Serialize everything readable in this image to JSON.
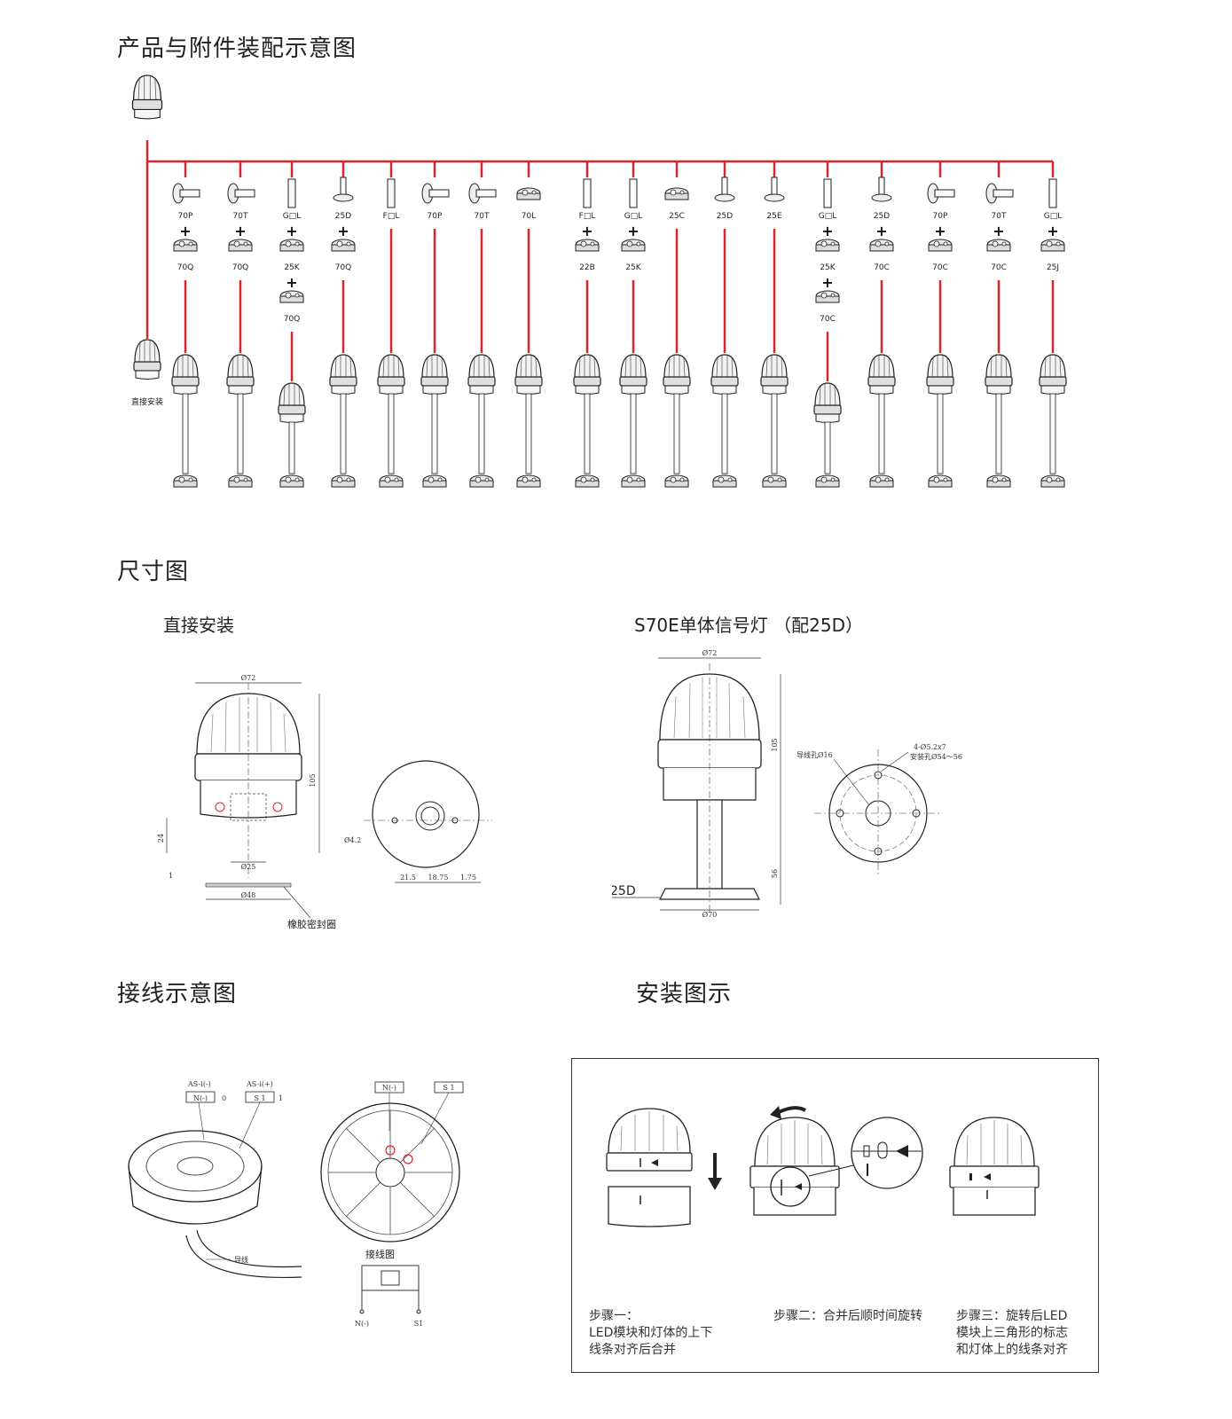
{
  "sections": {
    "assembly_title": "产品与附件装配示意图",
    "dimension_title": "尺寸图",
    "wiring_title": "接线示意图",
    "install_title": "安装图示"
  },
  "colors": {
    "connector": "#d9262c",
    "ink": "#222222"
  },
  "assembly": {
    "direct_label": "直接安装",
    "columns": [
      {
        "parts": [
          "70P",
          "70Q"
        ]
      },
      {
        "parts": [
          "70T",
          "70Q"
        ]
      },
      {
        "parts": [
          "G□L",
          "25K",
          "70Q"
        ]
      },
      {
        "parts": [
          "25D",
          "70Q"
        ]
      },
      {
        "parts": [
          "F□L"
        ]
      },
      {
        "parts": [
          "70P"
        ]
      },
      {
        "parts": [
          "70T"
        ]
      },
      {
        "parts": [
          "70L"
        ]
      },
      {
        "parts": [
          "F□L",
          "22B"
        ]
      },
      {
        "parts": [
          "G□L",
          "25K"
        ]
      },
      {
        "parts": [
          "25C"
        ]
      },
      {
        "parts": [
          "25D"
        ]
      },
      {
        "parts": [
          "25E"
        ]
      },
      {
        "parts": [
          "G□L",
          "25K",
          "70C"
        ]
      },
      {
        "parts": [
          "25D",
          "70C"
        ]
      },
      {
        "parts": [
          "70P",
          "70C"
        ]
      },
      {
        "parts": [
          "70T",
          "70C"
        ]
      },
      {
        "parts": [
          "G□L",
          "25J"
        ]
      }
    ]
  },
  "dimensions": {
    "left": {
      "title": "直接安装",
      "labels": {
        "d72": "Ø72",
        "h105": "105",
        "h24": "24",
        "d25": "Ø25",
        "t1": "1",
        "d48": "Ø48",
        "seal": "橡胶密封圈",
        "d42": "Ø4.2",
        "a": "21.5",
        "b": "18.75",
        "c": "1.75"
      }
    },
    "right": {
      "title": "S70E单体信号灯 （配25D）",
      "labels": {
        "d72": "Ø72",
        "h105": "105",
        "h56": "56",
        "d70": "Ø70",
        "model": "25D",
        "wire_hole": "导线孔Ø16",
        "holes": "4-Ø5.2x7",
        "mount": "安装孔Ø54～56"
      }
    }
  },
  "wiring": {
    "as_neg": "AS-i(-)",
    "as_pos": "AS-i(+)",
    "n_minus": "N(-)",
    "s1": "S 1",
    "zero": "0",
    "one": "1",
    "wire": "导线",
    "diagram_label": "接线图",
    "n_minus_bottom": "N(-)",
    "s1_bottom": "S1"
  },
  "install": {
    "step1": [
      "步骤一：",
      "LED模块和灯体的上下",
      "线条对齐后合并"
    ],
    "step2": [
      "步骤二：合并后顺时间旋转"
    ],
    "step3": [
      "步骤三：旋转后LED",
      "模块上三角形的标志",
      "和灯体上的线条对齐"
    ]
  }
}
